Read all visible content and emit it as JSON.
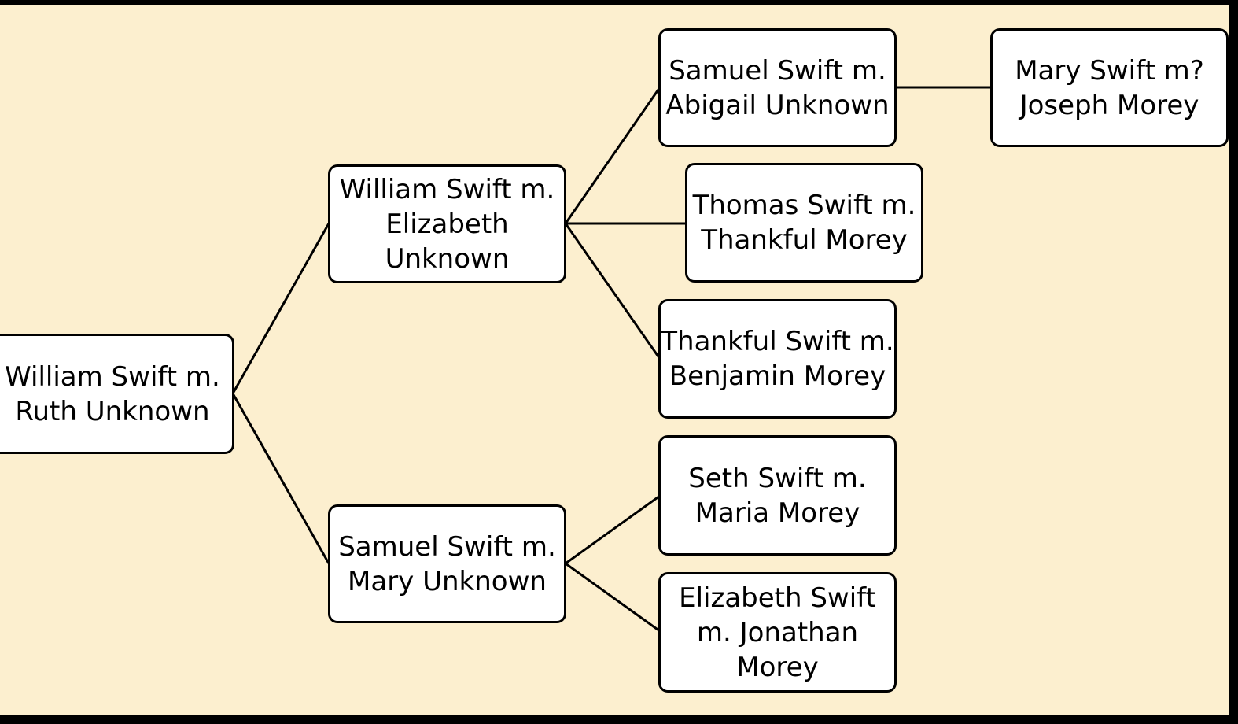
{
  "diagram": {
    "title": "",
    "colors": {
      "background": "#fcefcf",
      "node_fill": "#ffffff",
      "node_border": "#000000",
      "frame": "#000000"
    },
    "nodes": {
      "root": "William Swift m.\nRuth Unknown",
      "gen2_a": "William Swift m.\nElizabeth\nUnknown",
      "gen2_b": "Samuel Swift m.\nMary Unknown",
      "gen3_a": "Samuel Swift m.\nAbigail Unknown",
      "gen3_b": "Thomas Swift m.\nThankful Morey",
      "gen3_c": "Thankful Swift m.\nBenjamin Morey",
      "gen3_d": "Seth Swift m.\nMaria Morey",
      "gen3_e": "Elizabeth Swift\nm. Jonathan\nMorey",
      "gen4_a": "Mary Swift m?\nJoseph Morey"
    },
    "edges": [
      [
        "root",
        "gen2_a"
      ],
      [
        "root",
        "gen2_b"
      ],
      [
        "gen2_a",
        "gen3_a"
      ],
      [
        "gen2_a",
        "gen3_b"
      ],
      [
        "gen2_a",
        "gen3_c"
      ],
      [
        "gen2_b",
        "gen3_d"
      ],
      [
        "gen2_b",
        "gen3_e"
      ],
      [
        "gen3_a",
        "gen4_a"
      ]
    ]
  }
}
